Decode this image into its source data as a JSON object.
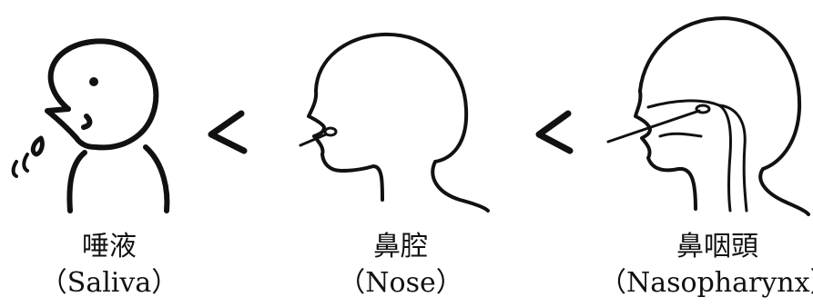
{
  "samples": [
    {
      "label_jp": "唾液",
      "label_en": "（Saliva）"
    },
    {
      "label_jp": "鼻腔",
      "label_en": "（Nose）"
    },
    {
      "label_jp": "鼻咽頭",
      "label_en": "（Nasopharynx）"
    }
  ],
  "comparators": [
    "<",
    "<"
  ]
}
